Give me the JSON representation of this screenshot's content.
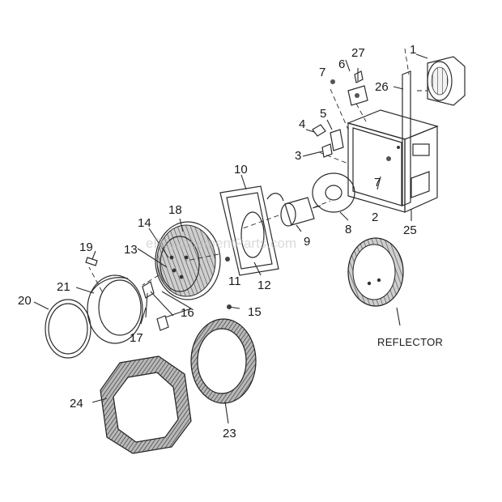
{
  "watermark": "eReplacementParts.com",
  "labels": {
    "p1": "1",
    "p2": "2",
    "p3": "3",
    "p4": "4",
    "p5": "5",
    "p6": "6",
    "p7a": "7",
    "p7b": "7",
    "p8": "8",
    "p9": "9",
    "p10": "10",
    "p11": "11",
    "p12": "12",
    "p13": "13",
    "p14": "14",
    "p15": "15",
    "p16": "16",
    "p17": "17",
    "p18": "18",
    "p19": "19",
    "p20": "20",
    "p21": "21",
    "p23": "23",
    "p24": "24",
    "p25": "25",
    "p26": "26",
    "p27": "27",
    "reflector": "REFLECTOR"
  }
}
